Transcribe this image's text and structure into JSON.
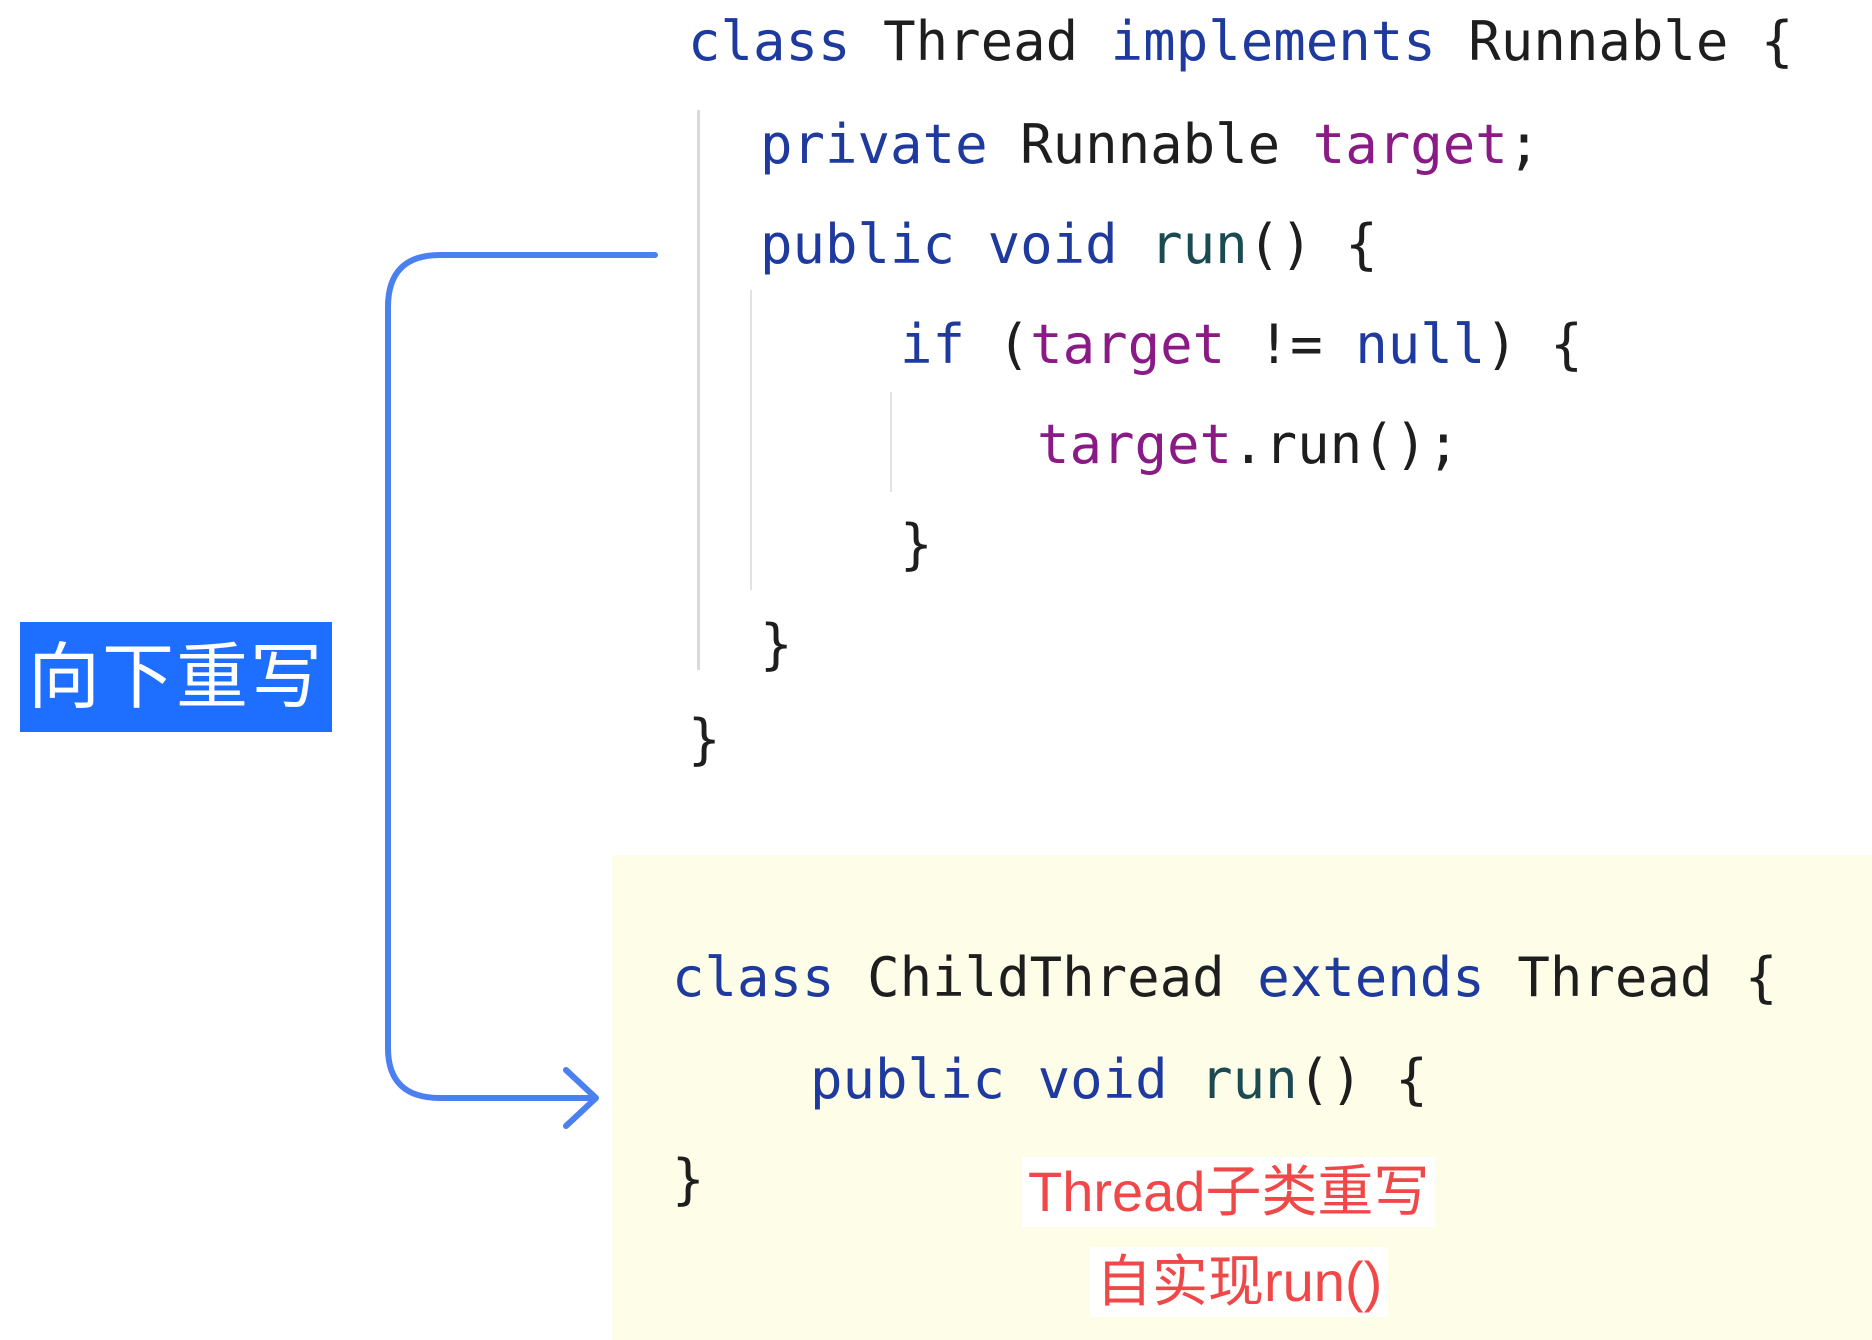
{
  "thread_class": {
    "decl": {
      "kw": "class",
      "name": "Thread",
      "kw2": "implements",
      "iface": "Runnable",
      "brace": "{"
    },
    "field": {
      "kw": "private",
      "type": "Runnable",
      "name": "target",
      "semi": ";"
    },
    "run_decl": {
      "kw1": "public",
      "kw2": "void",
      "name": "run",
      "rest": "() {"
    },
    "if_line": {
      "kw": "if",
      "open": "(",
      "var": "target",
      "op": "!=",
      "null": "null",
      "close": ") {"
    },
    "call_line": {
      "var": "target",
      "rest": ".run();"
    },
    "close_if": "}",
    "close_run": "}",
    "close_class": "}"
  },
  "child_class": {
    "decl": {
      "kw": "class",
      "name": "ChildThread",
      "kw2": "extends",
      "parent": "Thread",
      "brace": "{"
    },
    "run_decl": {
      "kw1": "public",
      "kw2": "void",
      "name": "run",
      "rest": "() {"
    },
    "close_class": "}"
  },
  "badge_label": "向下重写",
  "note_lines": [
    "Thread子类重写",
    "自实现run()"
  ],
  "colors": {
    "keyword": "#1f3a9e",
    "method": "#1c4a52",
    "field": "#8a1a86",
    "arrow": "#4a80f0",
    "badge_bg": "#1e6fff",
    "note_text": "#f04848",
    "panel_bg": "#fdfde8"
  }
}
